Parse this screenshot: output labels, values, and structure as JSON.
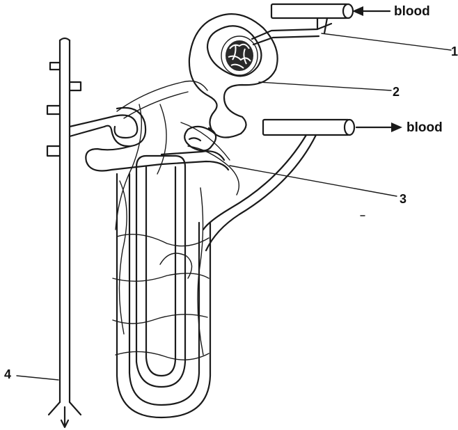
{
  "labels": {
    "blood_in": "blood",
    "blood_out": "blood",
    "num_1": "1",
    "num_2": "2",
    "num_3": "3",
    "num_4": "4"
  }
}
